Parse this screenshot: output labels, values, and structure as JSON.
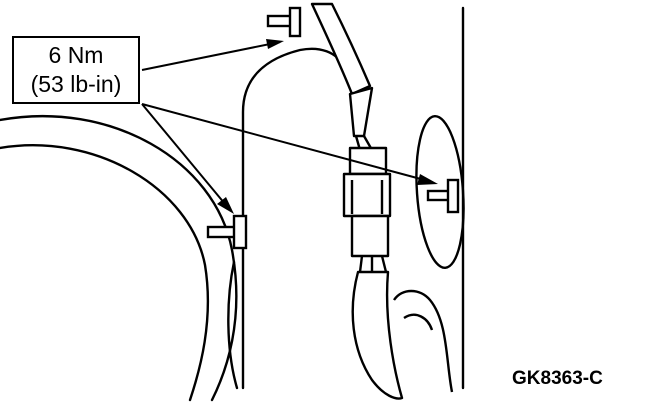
{
  "callout": {
    "torque_metric": "6 Nm",
    "torque_imperial": "(53 lb-in)"
  },
  "figure_id": "GK8363-C",
  "line_color": "#000000"
}
